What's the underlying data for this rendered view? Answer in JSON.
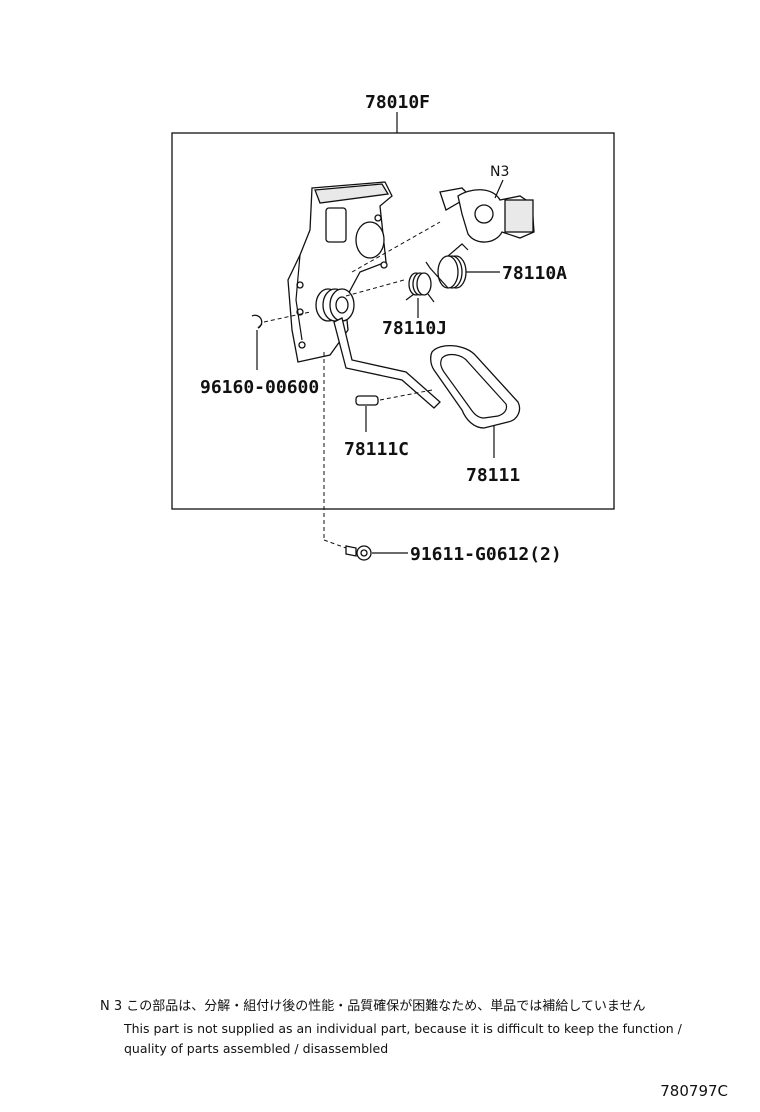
{
  "callouts": {
    "assembly": "78010F",
    "note_marker": "N3",
    "spring_a": "78110A",
    "spring_j": "78110J",
    "clip": "96160-00600",
    "pin": "78111C",
    "pad": "78111",
    "bolt": "91611-G0612(2)"
  },
  "notes": {
    "japanese": "N 3 この部品は、分解・組付け後の性能・品質確保が困難なため、単品では補給していません",
    "english_line1": "This part is not supplied as an individual part, because it is difficult to keep the function /",
    "english_line2": "quality of parts assembled / disassembled"
  },
  "figure_code": "780797C"
}
